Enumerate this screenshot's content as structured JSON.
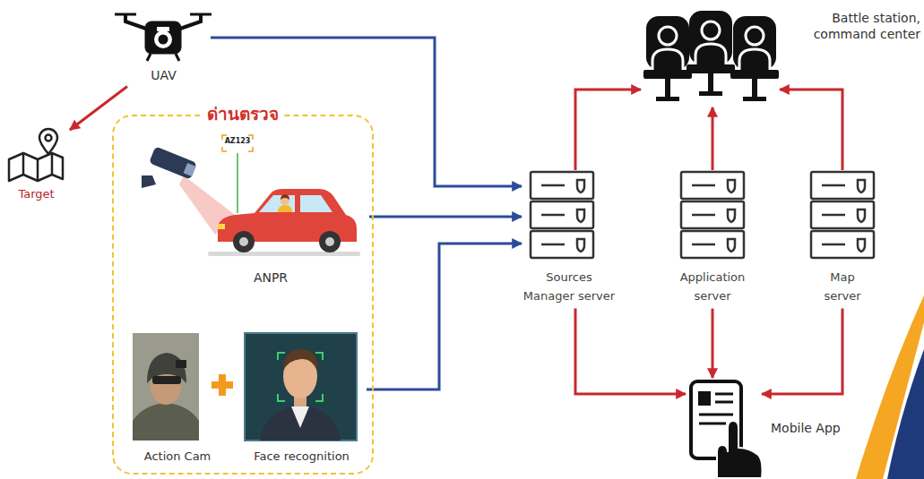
{
  "diagram": {
    "nodes": [
      {
        "text": [
          "UAV"
        ]
      },
      {
        "text": [
          "Target"
        ]
      },
      {
        "text": [
          "ด่านตรวจ"
        ]
      },
      {
        "text": [
          "ANPR"
        ],
        "in": 2
      },
      {
        "text": [
          "Action Cam"
        ],
        "in": 2
      },
      {
        "text": [
          "Face recognition"
        ],
        "in": 2
      },
      {
        "text": [
          "Battle station, command center"
        ]
      },
      {
        "text": [
          "Sources Manager server"
        ]
      },
      {
        "text": [
          "Application server"
        ]
      },
      {
        "text": [
          "Map server"
        ]
      },
      {
        "text": [
          "Mobile App"
        ]
      }
    ],
    "edges": [
      {
        "from": 0,
        "to": 1,
        "arrow": "to"
      },
      {
        "from": 0,
        "to": 7,
        "arrow": "to"
      },
      {
        "from": 3,
        "to": 7,
        "arrow": "to"
      },
      {
        "from": 5,
        "to": 7,
        "arrow": "to"
      },
      {
        "from": 7,
        "to": 6,
        "arrow": "to"
      },
      {
        "from": 8,
        "to": 6,
        "arrow": "to"
      },
      {
        "from": 9,
        "to": 6,
        "arrow": "to"
      },
      {
        "from": 7,
        "to": 10,
        "arrow": "to"
      },
      {
        "from": 8,
        "to": 10,
        "arrow": "to"
      },
      {
        "from": 9,
        "to": 10,
        "arrow": "to"
      }
    ],
    "labels": [
      "AZ123"
    ]
  }
}
